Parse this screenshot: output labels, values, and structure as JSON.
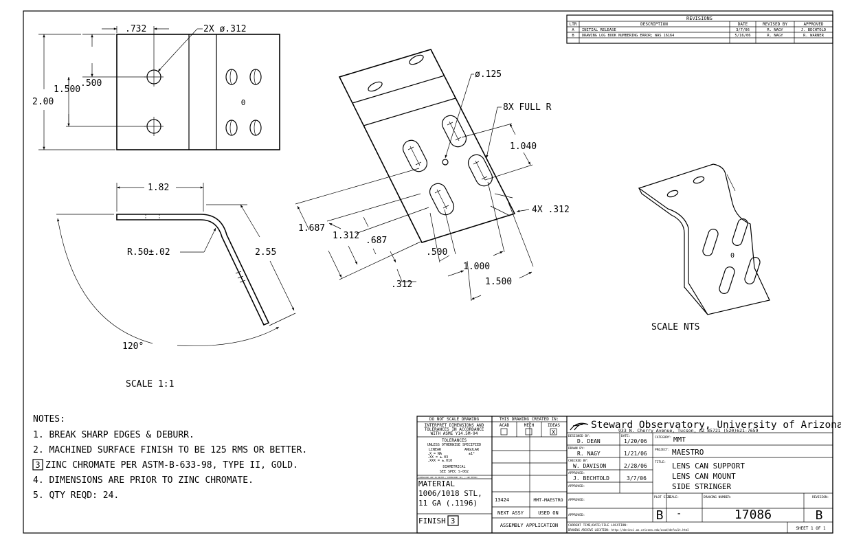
{
  "revisions": {
    "title": "REVISIONS",
    "headers": [
      "LTR",
      "DESCRIPTION",
      "DATE",
      "REVISED BY",
      "APPROVED"
    ],
    "rows": [
      [
        "A",
        "INITIAL RELEASE",
        "3/7/06",
        "R. NAGY",
        "J. BECHTOLD"
      ],
      [
        "B",
        "DRAWING LOG BOOK NUMBERING ERROR; WAS 16164",
        "5/16/06",
        "R. NAGY",
        "R. WARNER"
      ]
    ]
  },
  "top_view": {
    "dim_732": ".732",
    "holes": "2X ø.312",
    "dim_500": ".500",
    "dim_1500": "1.500",
    "dim_200": "2.00",
    "mark": "0"
  },
  "side_view": {
    "dim_182": "1.82",
    "radius": "R.50±.02",
    "dim_255": "2.55",
    "angle": "120°",
    "scale": "SCALE 1:1"
  },
  "flat_view": {
    "hole": "ø.125",
    "slots": "8X FULL R",
    "dim_1040": "1.040",
    "dim_4x312": "4X .312",
    "dim_1687": "1.687",
    "dim_1312": "1.312",
    "dim_687": ".687",
    "dim_500": ".500",
    "dim_1000": "1.000",
    "dim_1500": "1.500",
    "dim_312": ".312"
  },
  "iso_view": {
    "scale": "SCALE NTS",
    "mark": "0"
  },
  "notes": {
    "title": "NOTES:",
    "items": [
      "1. BREAK SHARP EDGES & DEBURR.",
      "2. MACHINED SURFACE FINISH TO BE 125 RMS OR BETTER.",
      "ZINC CHROMATE PER ASTM-B-633-98, TYPE II, GOLD.",
      "4. DIMENSIONS ARE PRIOR TO ZINC CHROMATE.",
      "5. QTY REQD: 24."
    ],
    "flag_number": "3"
  },
  "title_block": {
    "do_not_scale": "DO NOT SCALE DRAWING",
    "interpret_1": "INTERPRET DIMENSIONS AND",
    "interpret_2": "TOLERANCES IN ACCORDANCE",
    "interpret_3": "WITH ASME Y14.5M-94",
    "tolerances": "TOLERANCES",
    "unless": "UNLESS OTHERWISE SPECIFIED",
    "linear": "LINEAR",
    "angular": "ANGULAR",
    "tol_x": ".X   = NA",
    "tol_xx": ".XX  = ±.03",
    "tol_xxx": ".XXX = ±.010",
    "tol_ang": "±1°",
    "diametrical": "DIAMETRICAL",
    "see_spec": "SEE SPEC S-002",
    "dims_in": "DIMENSIONS ARE IN INCHES / DIMENSIONS IN ( ) ARE METRIC",
    "material_label": "MATERIAL",
    "material_1": "1006/1018 STL,",
    "material_2": "11 GA (.1196)",
    "finish_label": "FINISH",
    "finish_flag": "3",
    "created_in": "THIS DRAWING CREATED IN:",
    "acad": "ACAD",
    "mech": "MECH",
    "ideas": "IDEAS",
    "ideas_mark": "X",
    "next_assy_num": "13424",
    "used_on_val": "MMT-MAESTRO",
    "next_assy": "NEXT ASSY",
    "used_on": "USED ON",
    "assembly_app": "ASSEMBLY APPLICATION",
    "org": "Steward Observatory, University of Arizona",
    "address": "933 N. Cherry Avenue, Tucson, AZ 85721 (520)621-7659",
    "designed_by_label": "DESIGNED BY:",
    "designed_by": "D. DEAN",
    "date_label": "DATE:",
    "designed_date": "1/20/06",
    "drawn_by_label": "DRAWN BY:",
    "drawn_by": "R. NAGY",
    "drawn_date": "1/21/06",
    "checked_by_label": "CHECKED BY:",
    "checked_by": "W. DAVISON",
    "checked_date": "2/28/06",
    "approved_label": "APPROVED:",
    "approved_by": "J. BECHTOLD",
    "approved_date": "3/7/06",
    "category_label": "CATEGORY:",
    "category": "MMT",
    "project_label": "PROJECT:",
    "project": "MAESTRO",
    "title_label": "TITLE:",
    "title_1": "LENS CAN SUPPORT",
    "title_2": "LENS CAN MOUNT",
    "title_3": "SIDE STRINGER",
    "plot_size_label": "PLOT SIZE",
    "scale_label": "SCALE:",
    "drawing_number_label": "DRAWING NUMBER:",
    "revision_label": "REVISION:",
    "plot_size": "B",
    "scale": "-",
    "drawing_number": "17086",
    "revision": "B",
    "current_time": "CURRENT TIME/DATE/FILE LOCATION:",
    "archive": "DRAWING ARCHIVE LOCATION: http://devinci.as.arizona.edu/acad/default.html",
    "sheet": "SHEET 1 OF 1"
  }
}
